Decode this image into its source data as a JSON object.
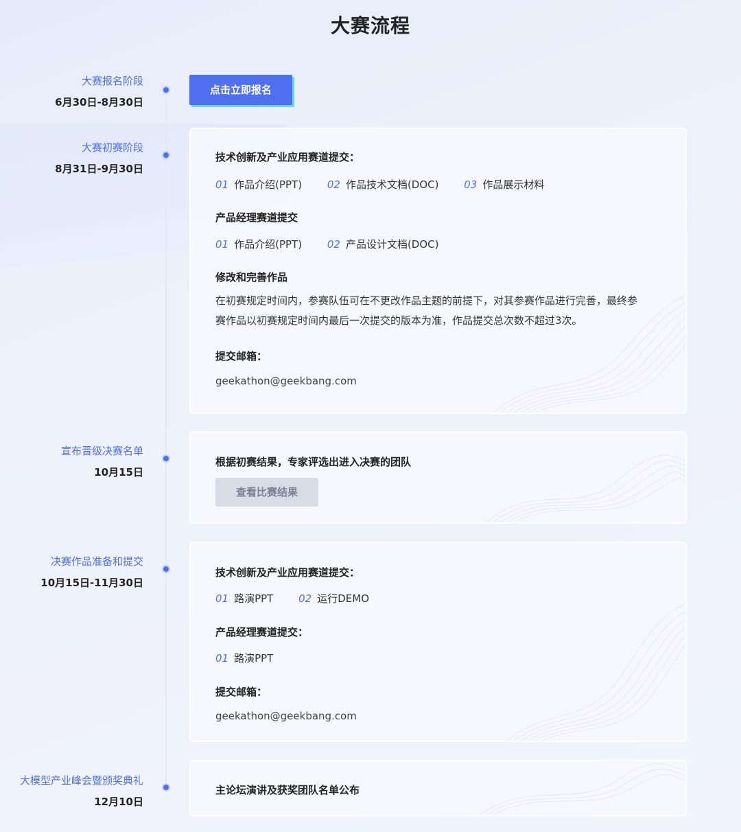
{
  "page_title": "大赛流程",
  "stages": [
    {
      "name": "大赛报名阶段",
      "date": "6月30日-8月30日"
    },
    {
      "name": "大赛初赛阶段",
      "date": "8月31日-9月30日"
    },
    {
      "name": "宣布晋级决赛名单",
      "date": "10月15日"
    },
    {
      "name": "决赛作品准备和提交",
      "date": "10月15日-11月30日"
    },
    {
      "name": "大模型产业峰会暨颁奖典礼",
      "date": "12月10日"
    }
  ],
  "signup_button": "点击立即报名",
  "prelim_card": {
    "tech_heading": "技术创新及产业应用赛道提交：",
    "tech_items": [
      {
        "num": "01",
        "label": "作品介绍(PPT)"
      },
      {
        "num": "02",
        "label": "作品技术文档(DOC)"
      },
      {
        "num": "03",
        "label": "作品展示材料"
      }
    ],
    "pm_heading": "产品经理赛道提交",
    "pm_items": [
      {
        "num": "01",
        "label": "作品介绍(PPT)"
      },
      {
        "num": "02",
        "label": "产品设计文档(DOC)"
      }
    ],
    "revise_heading": "修改和完善作品",
    "revise_text": "在初赛规定时间内，参赛队伍可在不更改作品主题的前提下，对其参赛作品进行完善，最终参赛作品以初赛规定时间内最后一次提交的版本为准，作品提交总次数不超过3次。",
    "email_heading": "提交邮箱：",
    "email": "geekathon@geekbang.com"
  },
  "finalist_card": {
    "heading": "根据初赛结果，专家评选出进入决赛的团队",
    "button": "查看比赛结果"
  },
  "final_card": {
    "tech_heading": "技术创新及产业应用赛道提交：",
    "tech_items": [
      {
        "num": "01",
        "label": "路演PPT"
      },
      {
        "num": "02",
        "label": "运行DEMO"
      }
    ],
    "pm_heading": "产品经理赛道提交：",
    "pm_items": [
      {
        "num": "01",
        "label": "路演PPT"
      }
    ],
    "email_heading": "提交邮箱：",
    "email": "geekathon@geekbang.com"
  },
  "ceremony_card": {
    "heading": "主论坛演讲及获奖团队名单公布"
  },
  "colors": {
    "accent": "#4e6ff0",
    "accent_shadow": "#63d6f0",
    "disabled_button": "#d8dce6"
  }
}
